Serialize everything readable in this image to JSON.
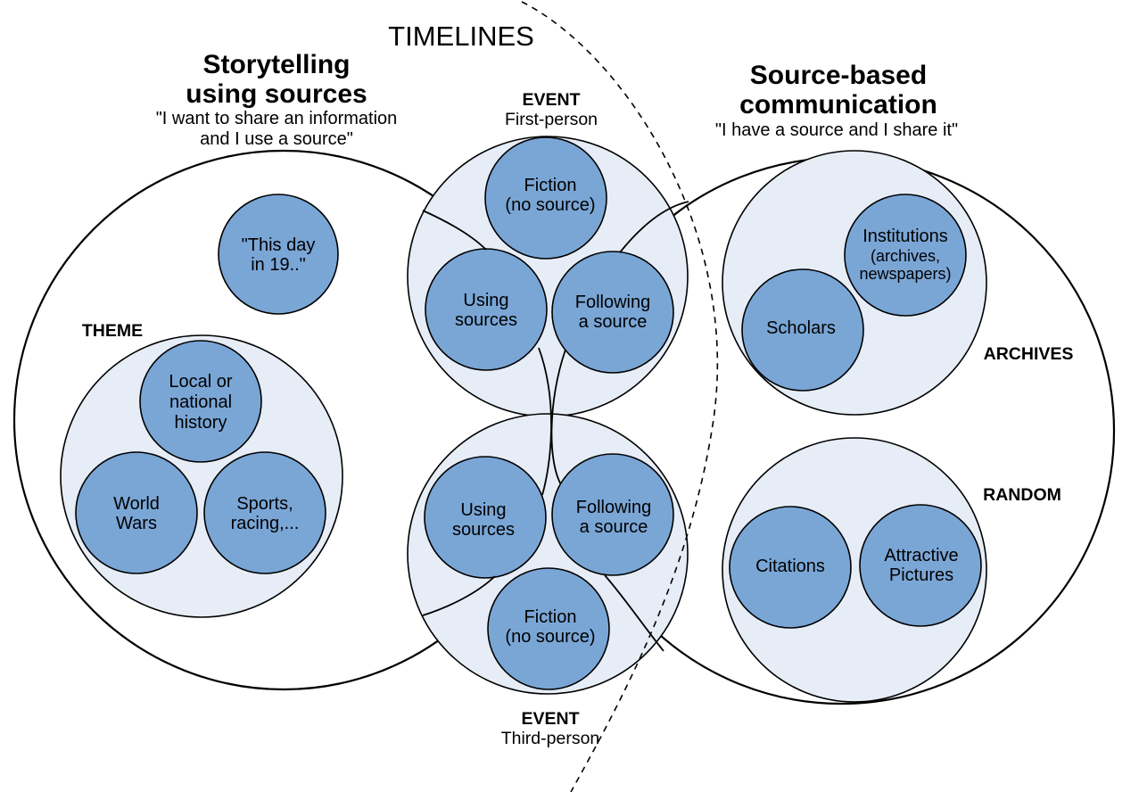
{
  "timelines_label": "TIMELINES",
  "left": {
    "title_line1": "Storytelling",
    "title_line2": "using sources",
    "quote_line1": "\"I want to share an information",
    "quote_line2": "and I use a source\""
  },
  "right": {
    "title_line1": "Source-based",
    "title_line2": "communication",
    "quote": "\"I have a source and I share it\""
  },
  "event_top": {
    "label": "EVENT",
    "sub": "First-person"
  },
  "event_bottom": {
    "label": "EVENT",
    "sub": "Third-person"
  },
  "this_day": {
    "line1": "\"This day",
    "line2": "in 19..\""
  },
  "theme": {
    "label": "THEME",
    "local": {
      "line1": "Local or",
      "line2": "national",
      "line3": "history"
    },
    "world": {
      "line1": "World",
      "line2": "Wars"
    },
    "sports": {
      "line1": "Sports,",
      "line2": "racing,..."
    }
  },
  "event_top_nodes": {
    "fiction": {
      "line1": "Fiction",
      "line2": "(no source)"
    },
    "using": {
      "line1": "Using",
      "line2": "sources"
    },
    "following": {
      "line1": "Following",
      "line2": "a source"
    }
  },
  "event_bottom_nodes": {
    "using": {
      "line1": "Using",
      "line2": "sources"
    },
    "following": {
      "line1": "Following",
      "line2": "a source"
    },
    "fiction": {
      "line1": "Fiction",
      "line2": "(no source)"
    }
  },
  "archives": {
    "label": "ARCHIVES",
    "institutions": {
      "line1": "Institutions",
      "line2": "(archives,",
      "line3": "newspapers)"
    },
    "scholars": "Scholars"
  },
  "random": {
    "label": "RANDOM",
    "citations": "Citations",
    "pictures": {
      "line1": "Attractive",
      "line2": "Pictures"
    }
  }
}
